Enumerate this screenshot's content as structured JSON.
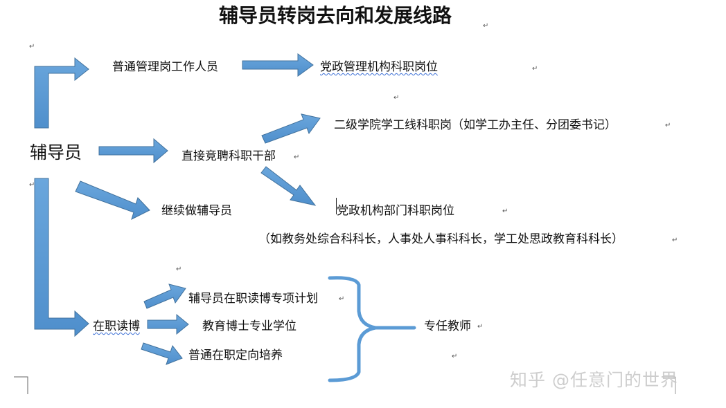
{
  "title": "辅导员转岗去向和发展线路",
  "root": "辅导员",
  "nodes": {
    "general_staff": "普通管理岗工作人员",
    "party_admin_post": "党政管理机构科职岗位",
    "college_post": "二级学院学工线科职岗（如学工办主任、分团委书记）",
    "compete": "直接竞聘科职干部",
    "dept_post": "党政机构部门科职岗位",
    "dept_examples": "（如教务处综合科科长，人事处人事科科长，学工处思政教育科科长）",
    "continue": "继续做辅导员",
    "phd": "在职读博",
    "phd_program": "辅导员在职读博专项计划",
    "edu_doctor": "教育博士专业学位",
    "regular_phd": "普通在职定向培养",
    "teacher": "专任教师"
  },
  "watermark": "知乎 @任意门的世界",
  "colors": {
    "arrow_fill": "#5b9bd5",
    "arrow_stroke": "#41719c"
  }
}
